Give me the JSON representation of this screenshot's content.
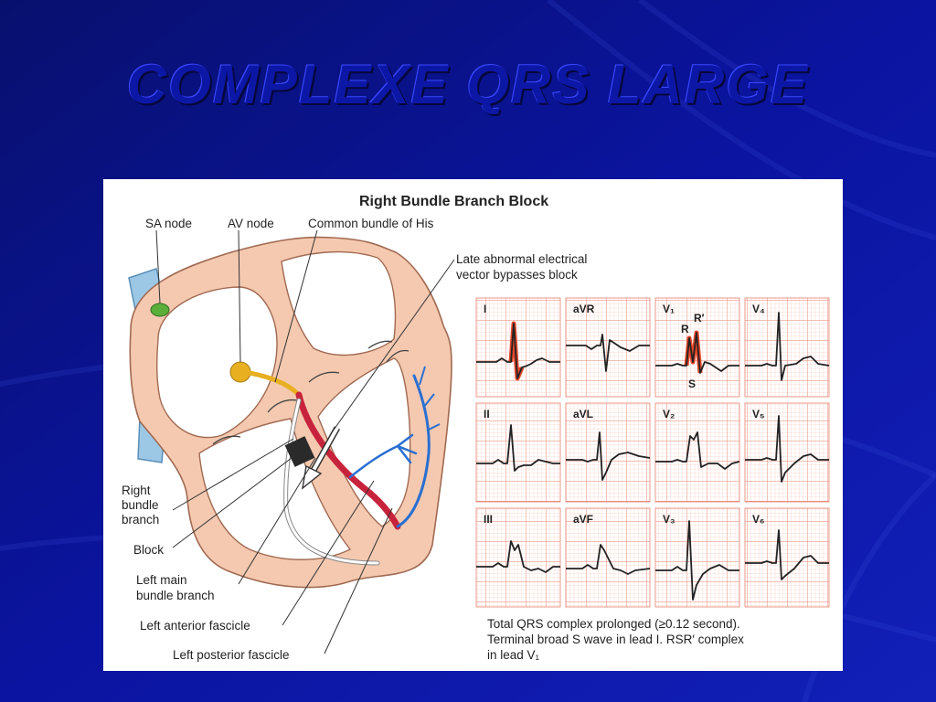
{
  "slide": {
    "title": "COMPLEXE QRS LARGE"
  },
  "figure": {
    "title": "Right Bundle Branch Block",
    "labels": {
      "sa_node": "SA node",
      "av_node": "AV node",
      "his": "Common bundle of His",
      "late_vector_1": "Late abnormal electrical",
      "late_vector_2": "vector bypasses block",
      "rbb_1": "Right",
      "rbb_2": "bundle",
      "rbb_3": "branch",
      "block": "Block",
      "lmbb_1": "Left main",
      "lmbb_2": "bundle branch",
      "laf": "Left anterior fascicle",
      "lpf": "Left posterior fascicle"
    },
    "leads": [
      "I",
      "aVR",
      "V₁",
      "V₄",
      "II",
      "aVL",
      "V₂",
      "V₅",
      "III",
      "aVF",
      "V₃",
      "V₆"
    ],
    "v1_waves": {
      "r": "R",
      "r_prime": "R′",
      "s": "S"
    },
    "caption": [
      "Total QRS complex prolonged (≥0.12 second).",
      "Terminal broad S wave in lead I. RSR′ complex",
      "in lead V₁"
    ]
  },
  "colors": {
    "background": "#0a0f8f",
    "title": "#0d17a6",
    "heart_tissue": "#f4c9b0",
    "heart_outline": "#a06a52",
    "conduction_red": "#c8233c",
    "conduction_blue": "#2a6fd1",
    "sa_node": "#5aae3a",
    "av_node": "#e8b020",
    "ecg_grid": "#f2a898",
    "ecg_trace": "#222222",
    "ecg_highlight": "#e4472a"
  }
}
